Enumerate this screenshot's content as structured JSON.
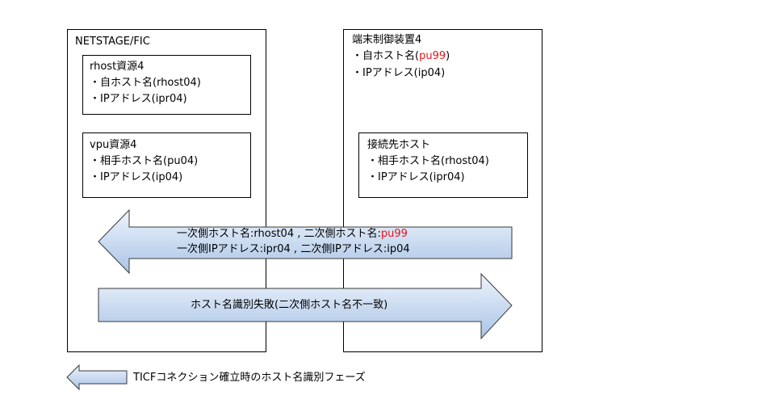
{
  "left_system": {
    "title": "NETSTAGE/FIC",
    "rhost": {
      "title": "rhost資源4",
      "line1": "・自ホスト名(rhost04)",
      "line2": "・IPアドレス(ipr04)"
    },
    "vpu": {
      "title": "vpu資源4",
      "line1": "・相手ホスト名(pu04)",
      "line2": "・IPアドレス(ip04)"
    }
  },
  "right_system": {
    "title": "端末制御装置4",
    "own_host_prefix": "・自ホスト名(",
    "own_host_value": "pu99",
    "own_host_suffix": ")",
    "ip": "・IPアドレス(ip04)",
    "dest": {
      "title": "接続先ホスト",
      "line1": "・相手ホスト名(rhost04)",
      "line2": "・IPアドレス(ipr04)"
    }
  },
  "left_arrow": {
    "line1_prefix": "一次側ホスト名:rhost04 , 二次側ホスト名:",
    "line1_value": "pu99",
    "line2": "一次側IPアドレス:ipr04 , 二次側IPアドレス:ip04"
  },
  "right_arrow": {
    "label": "ホスト名識別失敗(二次側ホスト名不一致)"
  },
  "legend": {
    "label": "TICFコネクション確立時のホスト名識別フェーズ"
  },
  "colors": {
    "arrow_light": "#eef4fc",
    "arrow_dark": "#a9c4e6",
    "arrow_border": "#3a3a3a",
    "highlight": "#e8141b"
  }
}
